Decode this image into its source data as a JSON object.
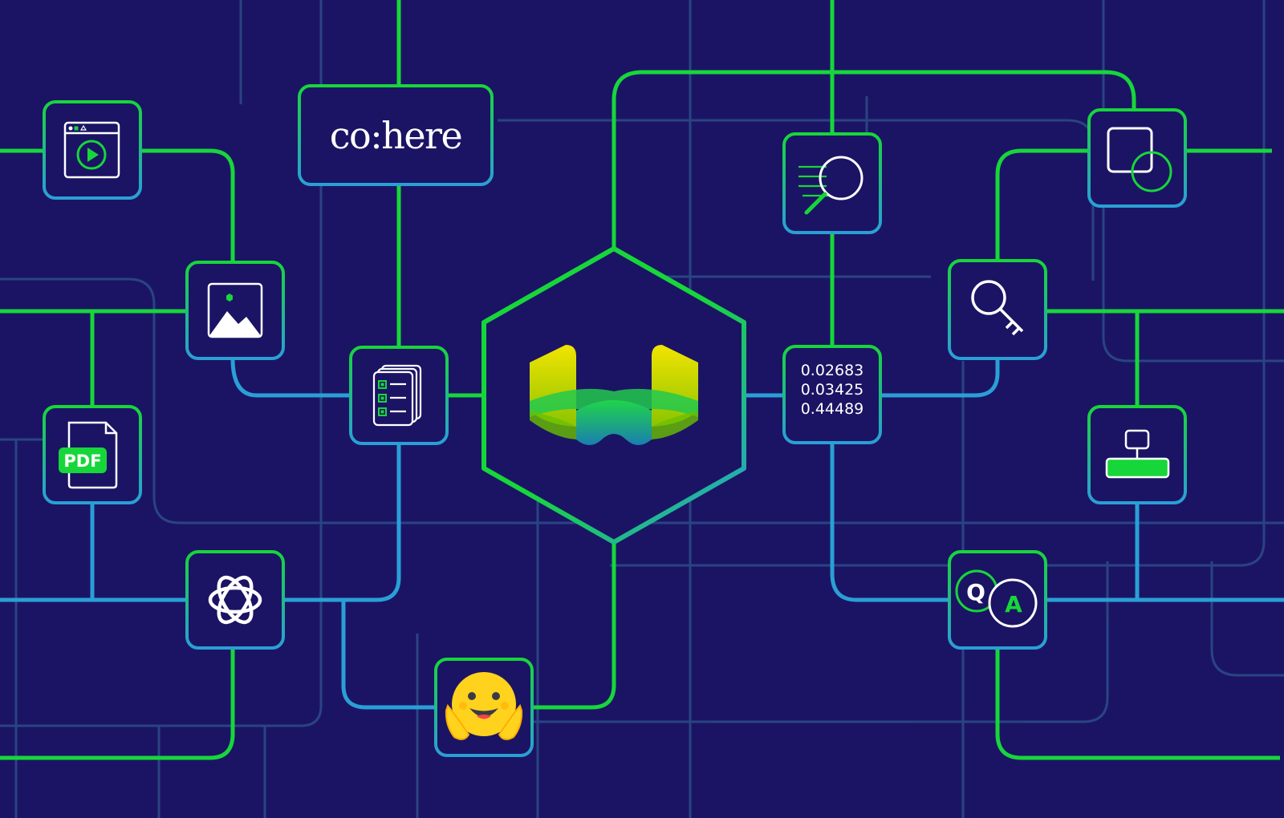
{
  "colors": {
    "background": "#1b1464",
    "green": "#17d63a",
    "blue": "#2a9fd6",
    "line_dim": "#2b4a86",
    "node_fill": "#1b1464",
    "white": "#ffffff",
    "logo_yellow": "#f2e400",
    "logo_green": "#8cc400"
  },
  "nodes": {
    "cohere": {
      "label": "co:here"
    },
    "embedding": {
      "values": [
        "0.02683",
        "0.03425",
        "0.44489"
      ]
    },
    "qa": {
      "q_label": "Q",
      "a_label": "A"
    },
    "pdf": {
      "label": "PDF"
    }
  },
  "icons": [
    "video-player-icon",
    "image-icon",
    "pdf-icon",
    "openai-icon",
    "documents-icon",
    "huggingface-icon",
    "weaviate-logo",
    "search-icon",
    "embedding-vector-icon",
    "key-icon",
    "shapes-icon",
    "hierarchy-icon",
    "question-answer-icon"
  ]
}
